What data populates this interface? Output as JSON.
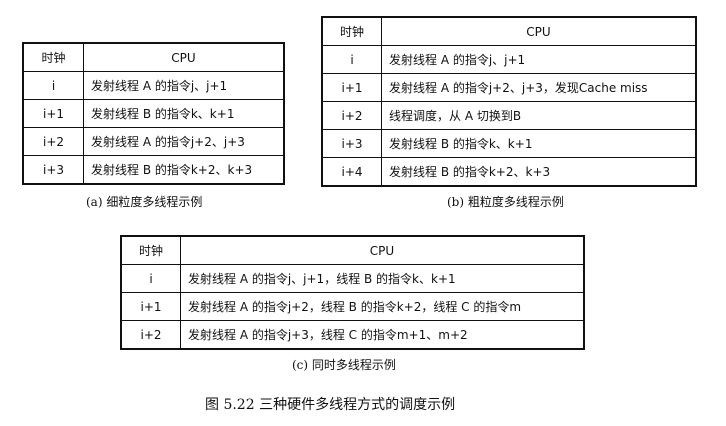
{
  "table_a": {
    "headers": [
      "时钟",
      "CPU"
    ],
    "rows": [
      [
        "i",
        "发射线程 A 的指令j、j+1"
      ],
      [
        "i+1",
        "发射线程 B 的指令k、k+1"
      ],
      [
        "i+2",
        "发射线程 A 的指令j+2、j+3"
      ],
      [
        "i+3",
        "发射线程 B 的指令k+2、k+3"
      ]
    ],
    "caption": "(a) 细粒度多线程示例"
  },
  "table_b": {
    "headers": [
      "时钟",
      "CPU"
    ],
    "rows": [
      [
        "i",
        "发射线程 A 的指令j、j+1"
      ],
      [
        "i+1",
        "发射线程 A 的指令j+2、j+3，发现Cache miss"
      ],
      [
        "i+2",
        "线程调度，从 A 切换到B"
      ],
      [
        "i+3",
        "发射线程 B 的指令k、k+1"
      ],
      [
        "i+4",
        "发射线程 B 的指令k+2、k+3"
      ]
    ],
    "caption": "(b) 粗粒度多线程示例"
  },
  "table_c": {
    "headers": [
      "时钟",
      "CPU"
    ],
    "rows": [
      [
        "i",
        "发射线程 A 的指令j、j+1，线程 B 的指令k、k+1"
      ],
      [
        "i+1",
        "发射线程 A 的指令j+2，线程 B 的指令k+2，线程 C 的指令m"
      ],
      [
        "i+2",
        "发射线程 A 的指令j+3，线程 C 的指令m+1、m+2"
      ]
    ],
    "caption": "(c) 同时多线程示例"
  },
  "figure_caption": "图 5.22   三种硬件多线程方式的调度示例"
}
